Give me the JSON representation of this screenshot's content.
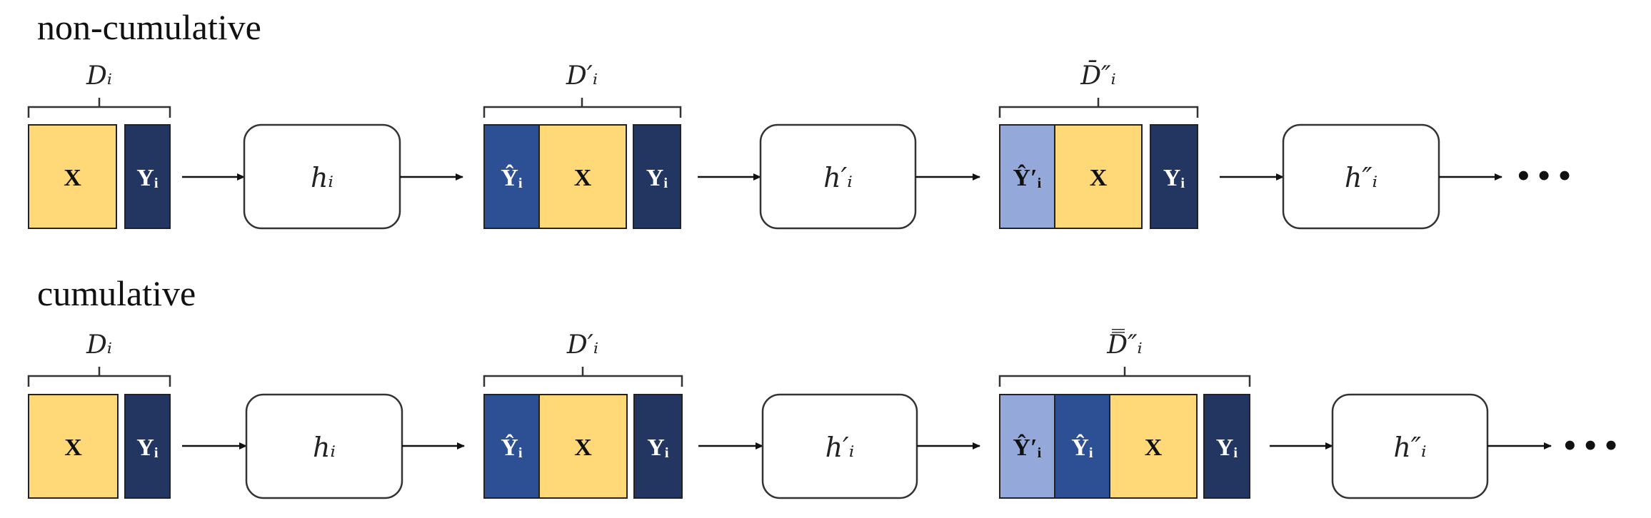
{
  "colors": {
    "x_block": "#FFD978",
    "y_true": "#233561",
    "y_pred": "#2D4F94",
    "y_pred_prev": "#95A8DA",
    "text_dark": "#111111",
    "text_light": "#ffffff"
  },
  "rows": [
    {
      "title": "non-cumulative",
      "stages": [
        {
          "dataset_label": "Dᵢ",
          "cells": [
            {
              "label": "X",
              "kind": "x_block"
            },
            {
              "label": "Yᵢ",
              "kind": "y_true"
            }
          ],
          "model_label": "hᵢ"
        },
        {
          "dataset_label": "D′ᵢ",
          "cells": [
            {
              "label": "Ŷᵢ",
              "kind": "y_pred"
            },
            {
              "label": "X",
              "kind": "x_block"
            },
            {
              "label": "Yᵢ",
              "kind": "y_true"
            }
          ],
          "model_label": "h′ᵢ"
        },
        {
          "dataset_label": "D̄″ᵢ",
          "cells": [
            {
              "label": "Ŷ′ᵢ",
              "kind": "y_pred_prev"
            },
            {
              "label": "X",
              "kind": "x_block"
            },
            {
              "label": "Yᵢ",
              "kind": "y_true"
            }
          ],
          "model_label": "h″ᵢ"
        }
      ],
      "continuation": "• • •"
    },
    {
      "title": "cumulative",
      "stages": [
        {
          "dataset_label": "Dᵢ",
          "cells": [
            {
              "label": "X",
              "kind": "x_block"
            },
            {
              "label": "Yᵢ",
              "kind": "y_true"
            }
          ],
          "model_label": "hᵢ"
        },
        {
          "dataset_label": "D′ᵢ",
          "cells": [
            {
              "label": "Ŷᵢ",
              "kind": "y_pred"
            },
            {
              "label": "X",
              "kind": "x_block"
            },
            {
              "label": "Yᵢ",
              "kind": "y_true"
            }
          ],
          "model_label": "h′ᵢ"
        },
        {
          "dataset_label": "D̿″ᵢ",
          "cells": [
            {
              "label": "Ŷ′ᵢ",
              "kind": "y_pred_prev"
            },
            {
              "label": "Ŷᵢ",
              "kind": "y_pred"
            },
            {
              "label": "X",
              "kind": "x_block"
            },
            {
              "label": "Yᵢ",
              "kind": "y_true"
            }
          ],
          "model_label": "h″ᵢ"
        }
      ],
      "continuation": "• • •"
    }
  ]
}
